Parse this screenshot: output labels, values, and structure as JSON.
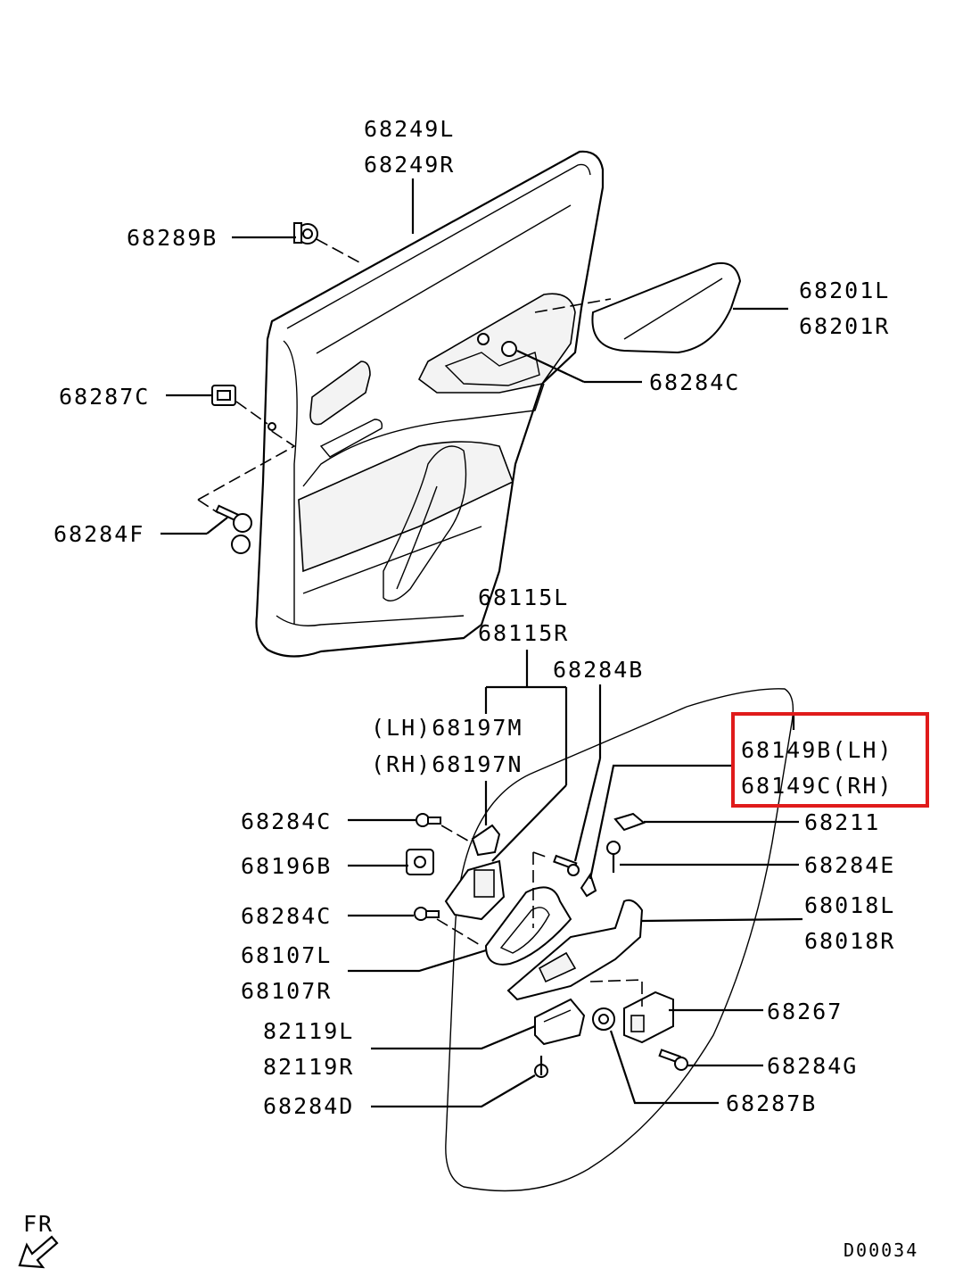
{
  "diagram_code": "D00034",
  "direction_label": "FR",
  "highlight_color": "#e01b1b",
  "labels": {
    "p68249L": "68249L",
    "p68249R": "68249R",
    "p68289B": "68289B",
    "p68201L": "68201L",
    "p68201R": "68201R",
    "p68284C_top": "68284C",
    "p68287C": "68287C",
    "p68284F": "68284F",
    "p68115L": "68115L",
    "p68115R": "68115R",
    "p68284B": "68284B",
    "p68197M": "(LH)68197M",
    "p68197N": "(RH)68197N",
    "p68149B": "68149B(LH)",
    "p68149C": "68149C(RH)",
    "p68211": "68211",
    "p68284C_a": "68284C",
    "p68196B": "68196B",
    "p68284E": "68284E",
    "p68018L": "68018L",
    "p68018R": "68018R",
    "p68284C_b": "68284C",
    "p68107L": "68107L",
    "p68107R": "68107R",
    "p68267": "68267",
    "p82119L": "82119L",
    "p82119R": "82119R",
    "p68284G": "68284G",
    "p68284D": "68284D",
    "p68287B": "68287B"
  }
}
